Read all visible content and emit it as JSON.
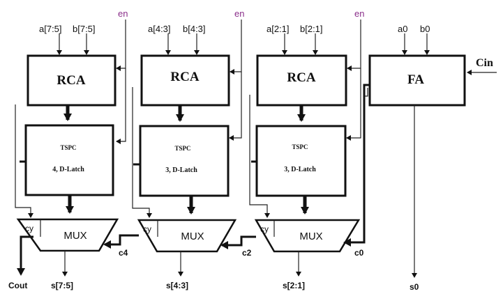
{
  "diagram": {
    "colors": {
      "line": "#111111",
      "enable_label": "#8a2f8a",
      "background": "#ffffff"
    },
    "stages": [
      {
        "inputs": [
          "a[7:5]",
          "b[7:5]"
        ],
        "enable": "en",
        "adder": "RCA",
        "latch_top": "TSPC",
        "latch_bottom": "4, D-Latch",
        "mux": "MUX",
        "mux_select": "cy",
        "output": "s[7:5]"
      },
      {
        "inputs": [
          "a[4:3]",
          "b[4:3]"
        ],
        "enable": "en",
        "adder": "RCA",
        "latch_top": "TSPC",
        "latch_bottom": "3, D-Latch",
        "mux": "MUX",
        "mux_select": "cy",
        "output": "s[4:3]"
      },
      {
        "inputs": [
          "a[2:1]",
          "b[2:1]"
        ],
        "enable": "en",
        "adder": "RCA",
        "latch_top": "TSPC",
        "latch_bottom": "3, D-Latch",
        "mux": "MUX",
        "mux_select": "cy",
        "output": "s[2:1]"
      }
    ],
    "fa": {
      "inputs": [
        "a0",
        "b0"
      ],
      "label": "FA",
      "carry_in": "Cin",
      "output": "s0"
    },
    "carries": [
      "c4",
      "c2",
      "c0"
    ],
    "carry_out": "Cout"
  }
}
